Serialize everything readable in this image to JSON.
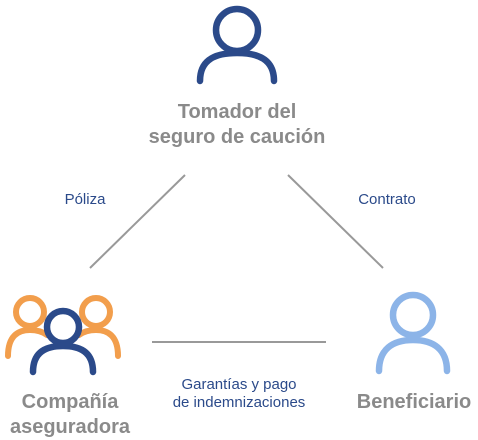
{
  "nodes": {
    "policyholder": {
      "lines": [
        "Tomador del",
        "seguro de caución"
      ],
      "icon": "person-icon"
    },
    "insurer": {
      "lines": [
        "Compañía",
        "aseguradora"
      ],
      "icon": "group-of-people-icon"
    },
    "beneficiary": {
      "lines": [
        "Beneficiario"
      ],
      "icon": "person-icon"
    }
  },
  "edges": {
    "policy": {
      "label": "Póliza"
    },
    "contract": {
      "label": "Contrato"
    },
    "guarantees": {
      "lines": [
        "Garantías y pago",
        "de indemnizaciones"
      ]
    }
  },
  "colors": {
    "dark_blue": "#2b4a8a",
    "orange": "#f29e4c",
    "light_blue": "#8cb4e8",
    "gray_text": "#8a8a8a",
    "line_gray": "#999999"
  }
}
